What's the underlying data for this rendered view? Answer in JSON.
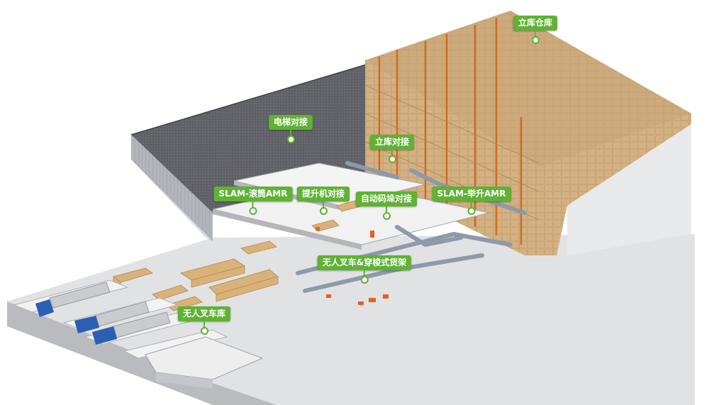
{
  "labels": {
    "asrs": "立库仓库",
    "elevator": "电梯对接",
    "asrs_dock": "立库对接",
    "slam_roller": "SLAM-滚筒AMR",
    "lift_dock": "提升机对接",
    "auto_stack": "自动码垛对接",
    "slam_lift": "SLAM-举升AMR",
    "forklift_shuttle": "无人叉车&穿梭式货架",
    "forklift_depot": "无人叉车库"
  },
  "colors": {
    "label_bg": "#5fb233",
    "rack_box": "#d9b98c",
    "rack_post": "#d2691e",
    "floor": "#d9d9d9",
    "truck_cab": "#2b5fb3",
    "wall": "#8a8d92"
  },
  "icons": {
    "marker": "location-pin-icon"
  }
}
